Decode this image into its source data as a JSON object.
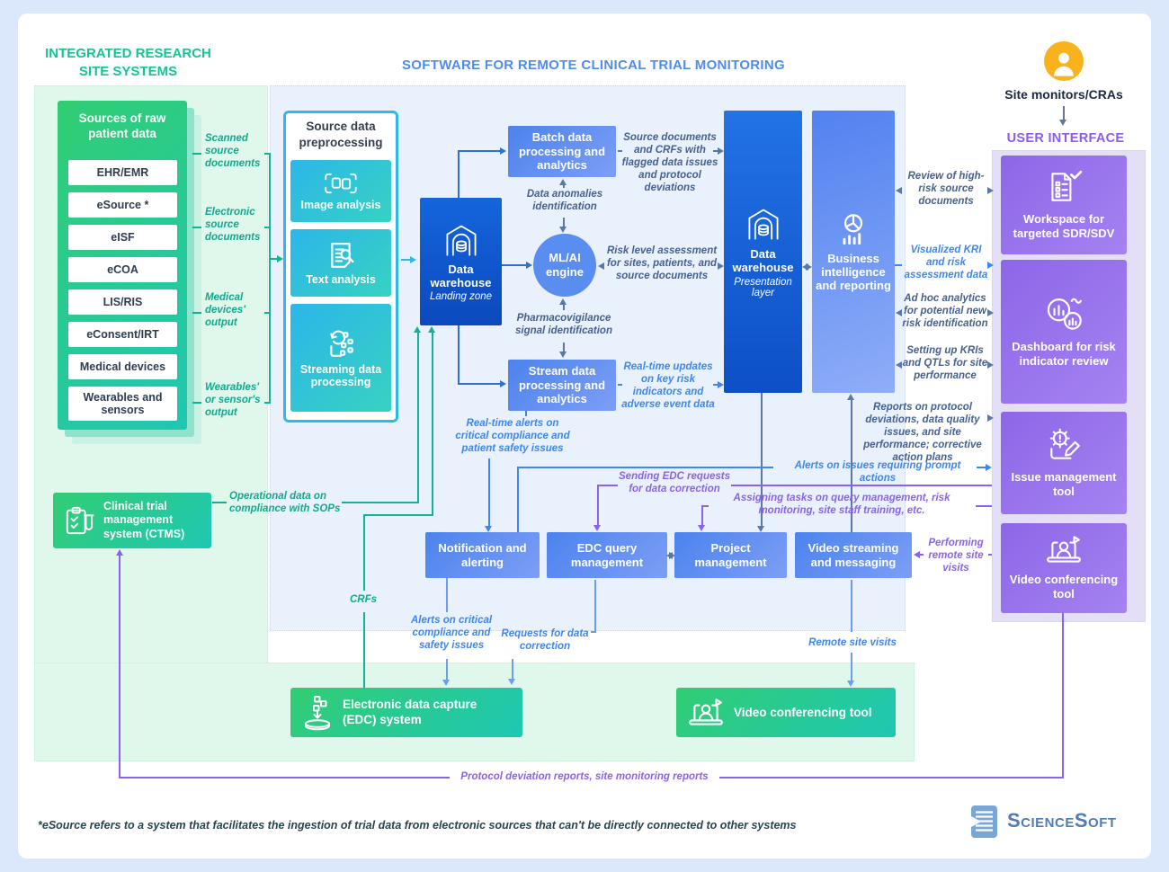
{
  "colors": {
    "green_title": "#12c694",
    "teal_label": "#12a98c",
    "center_title_blue": "#4f8bf0",
    "navy_label": "#46618f",
    "blue_label": "#3f86ee",
    "purple_title": "#8b5cf0",
    "purple_label": "#8a63ea",
    "avatar_yellow": "#f8b31c",
    "warehouse_blue": "#1565dd",
    "box_blue": "#4c83ee",
    "box_purple": "#8d66e8",
    "box_green": "#31cd73",
    "box_cyan": "#2cb6e9",
    "logo_blue": "#4e7db8"
  },
  "header": {
    "left_title": "INTEGRATED RESEARCH SITE SYSTEMS",
    "center_title": "SOFTWARE FOR REMOTE CLINICAL TRIAL MONITORING",
    "user_label": "Site monitors/CRAs",
    "ui_title": "USER INTERFACE"
  },
  "sources": {
    "title": "Sources of raw patient data",
    "items": [
      "EHR/EMR",
      "eSource *",
      "eISF",
      "eCOA",
      "LIS/RIS",
      "eConsent/IRT",
      "Medical devices",
      "Wearables and sensors"
    ]
  },
  "prep": {
    "title": "Source data preprocessing",
    "items": [
      "Image analysis",
      "Text analysis",
      "Streaming data processing"
    ]
  },
  "core": {
    "wh_landing_title": "Data warehouse",
    "wh_landing_sub": "Landing zone",
    "batch": "Batch data processing and analytics",
    "ml_ai": "ML/AI engine",
    "stream": "Stream data processing and analytics",
    "wh_pres_title": "Data warehouse",
    "wh_pres_sub": "Presentation layer",
    "bi": "Business intelligence and reporting",
    "notification": "Notification and alerting",
    "edc_query": "EDC query management",
    "project": "Project management",
    "video_streaming": "Video streaming and messaging"
  },
  "ui": {
    "workspace": "Workspace for targeted SDR/SDV",
    "dashboard": "Dashboard for risk indicator review",
    "issue": "Issue management tool",
    "video": "Video conferencing tool"
  },
  "site": {
    "ctms": "Clinical trial management system (CTMS)",
    "edc": "Electronic data capture (EDC) system",
    "video": "Video conferencing tool"
  },
  "labels": {
    "scanned": "Scanned source documents",
    "electronic": "Electronic source documents",
    "medical_output": "Medical devices' output",
    "wearables_output": "Wearables' or sensor's output",
    "source_docs_flagged": "Source documents and CRFs with flagged data issues and protocol deviations",
    "data_anomalies": "Data anomalies identification",
    "risk_level": "Risk level assessment for sites, patients, and source documents",
    "pharmacovigilance": "Pharmacovigilance signal identification",
    "realtime_updates": "Real-time updates on key risk indicators and adverse event data",
    "realtime_alerts": "Real-time alerts on critical compliance and patient safety issues",
    "review_high_risk": "Review of high-risk source documents",
    "visualized_kri": "Visualized KRI and risk assessment data",
    "adhoc": "Ad hoc analytics for potential new risk identification",
    "setting_kris": "Setting up KRIs and QTLs for site performance",
    "reports_protocol": "Reports on protocol deviations, data quality issues, and site performance; corrective action plans",
    "alerts_prompt": "Alerts on issues requiring prompt actions",
    "sending_edc": "Sending EDC requests for data correction",
    "assigning_tasks": "Assigning tasks on query management, risk monitoring, site staff training, etc.",
    "performing_remote": "Performing remote site visits",
    "operational_data": "Operational data on compliance with SOPs",
    "crfs": "CRFs",
    "alerts_critical": "Alerts on critical compliance and safety issues",
    "requests_correction": "Requests for data correction",
    "remote_visits": "Remote site visits",
    "protocol_reports": "Protocol deviation reports, site monitoring reports"
  },
  "footer": {
    "footnote": "*eSource refers to a system that facilitates the ingestion of trial data from electronic sources that can't be directly connected to other systems",
    "logo": "ScienceSoft"
  }
}
